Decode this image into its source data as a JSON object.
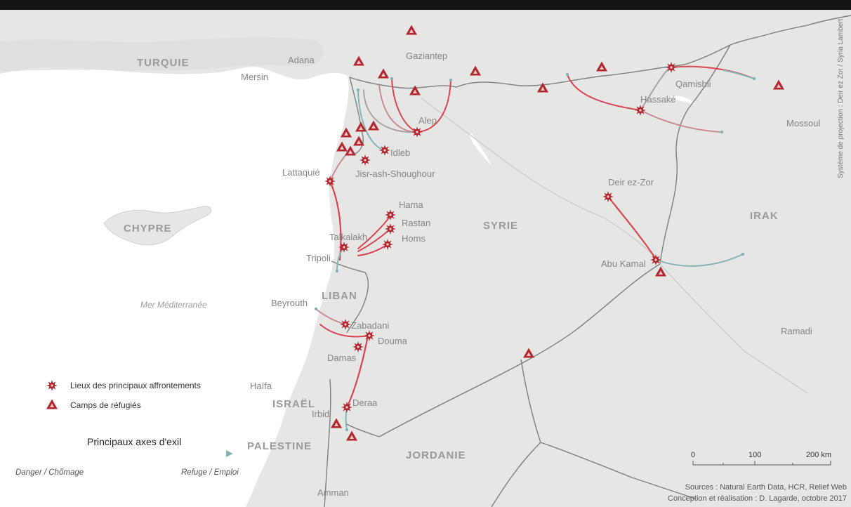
{
  "countries": {
    "turquie": "TURQUIE",
    "syrie": "SYRIE",
    "irak": "IRAK",
    "chypre": "CHYPRE",
    "liban": "LIBAN",
    "israel": "ISRAËL",
    "palestine": "PALESTINE",
    "jordanie": "JORDANIE"
  },
  "sea": "Mer Méditerranée",
  "cities": {
    "mersin": "Mersin",
    "adana": "Adana",
    "gaziantep": "Gaziantep",
    "alep": "Alep",
    "idleb": "Idleb",
    "jisr": "Jisr-ash-Shoughour",
    "lattaquie": "Lattaquié",
    "hama": "Hama",
    "rastan": "Rastan",
    "homs": "Homs",
    "talkalakh": "Talkalakh",
    "tripoli": "Tripoli",
    "beyrouth": "Beyrouth",
    "zabadani": "Zabadani",
    "douma": "Douma",
    "damas": "Damas",
    "haifa": "Haïfa",
    "irbid": "Irbid",
    "deraa": "Deraa",
    "amman": "Amman",
    "qamishli": "Qamishli",
    "hassake": "Hassaké",
    "mossoul": "Mossoul",
    "deirezzor": "Deir ez-Zor",
    "abukamal": "Abu Kamal",
    "ramadi": "Ramadi"
  },
  "legend": {
    "clash": "Lieux des principaux affrontements",
    "camps": "Camps de réfugiés",
    "axes_title": "Principaux axes d'exil",
    "danger": "Danger / Chômage",
    "refuge": "Refuge / Emploi"
  },
  "scale": {
    "t0": "0",
    "t100": "100",
    "t200": "200 km"
  },
  "sources": {
    "line1": "Sources : Natural Earth Data, HCR, Relief Web",
    "line2": "Conception et réalisation : D. Lagarde, octobre 2017"
  },
  "projection": "Système de projection : Deir ez Zor / Syria Lambert",
  "colors": {
    "danger": "#d8454f",
    "refuge": "#86b3b4",
    "marker": "#b3262e",
    "sea": "#ffffff",
    "land": "#e6e6e5"
  }
}
